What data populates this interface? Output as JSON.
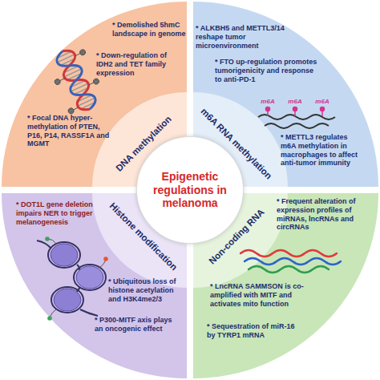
{
  "diagram": {
    "nodes": [
      {
        "text": [
          "Epigenetic regulations in melanoma"
        ]
      },
      {
        "text": [
          "DNA methylation",
          "* Demolished 5hmC landscape in genome",
          "* Down-regulation of IDH2 and TET family expression",
          "* Focal DNA hyper-methylation of PTEN, P16, P14, RASSF1A and MGMT"
        ]
      },
      {
        "text": [
          "m6A RNA methylation",
          "* ALKBH5 and METTL3/14 reshape tumor microenvironment",
          "* FTO up-regulation promotes tumorigenicity and response to anti-PD-1",
          "* METTL3 regulates m6A methylation in macrophages to affect anti-tumor immunity"
        ]
      },
      {
        "text": [
          "Histone modification",
          "* DOT1L gene deletion impairs NER to trigger melanogenesis",
          "* Ubiquitous loss of histone acetylation and H3K4me2/3",
          "* P300-MITF axis plays an oncogenic effect"
        ]
      },
      {
        "text": [
          "Non-coding RNA",
          "* Frequent alteration of expression profiles of miRNAs, lncRNAs and circRNAs",
          "* LncRNA SAMMSON is co-amplified with MITF and activates mito function",
          "* Sequestration of miR-16 by TYRP1 mRNA"
        ]
      }
    ],
    "labels": [
      "m6A",
      "m6A",
      "m6A"
    ]
  }
}
